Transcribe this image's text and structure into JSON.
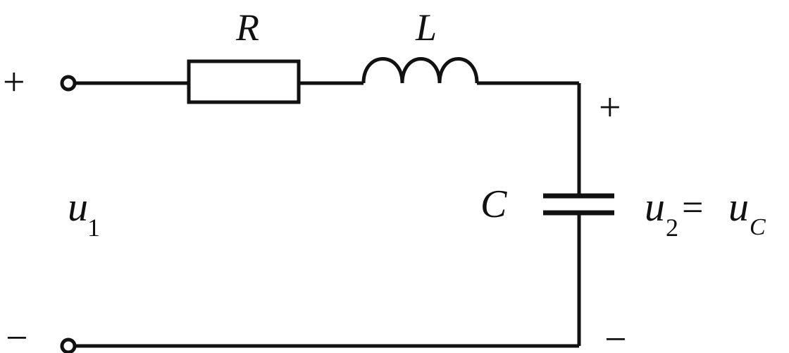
{
  "labels": {
    "resistor": "R",
    "inductor": "L",
    "capacitor": "C",
    "input_voltage_symbol": "u",
    "input_voltage_subscript": "1",
    "output_voltage_symbol": "u",
    "output_voltage_subscript": "2",
    "equals": "=",
    "capacitor_voltage_symbol": "u",
    "capacitor_voltage_subscript": "C",
    "input_plus": "+",
    "input_minus": "−",
    "output_plus": "+",
    "output_minus": "−"
  },
  "colors": {
    "wire": "#111111",
    "text": "#111111",
    "background": "#ffffff"
  }
}
